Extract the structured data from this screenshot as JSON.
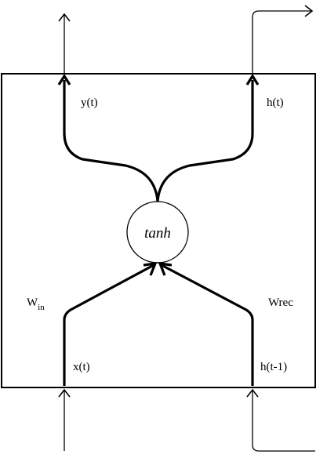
{
  "diagram": {
    "node": {
      "label": "tanh"
    },
    "labels": {
      "output_y": "y(t)",
      "output_h": "h(t)",
      "input_x": "x(t)",
      "input_h_prev": "h(t-1)",
      "w_in_main": "W",
      "w_in_sub": "in",
      "w_rec": "Wrec"
    },
    "colors": {
      "stroke": "#000000",
      "background": "#ffffff"
    }
  }
}
